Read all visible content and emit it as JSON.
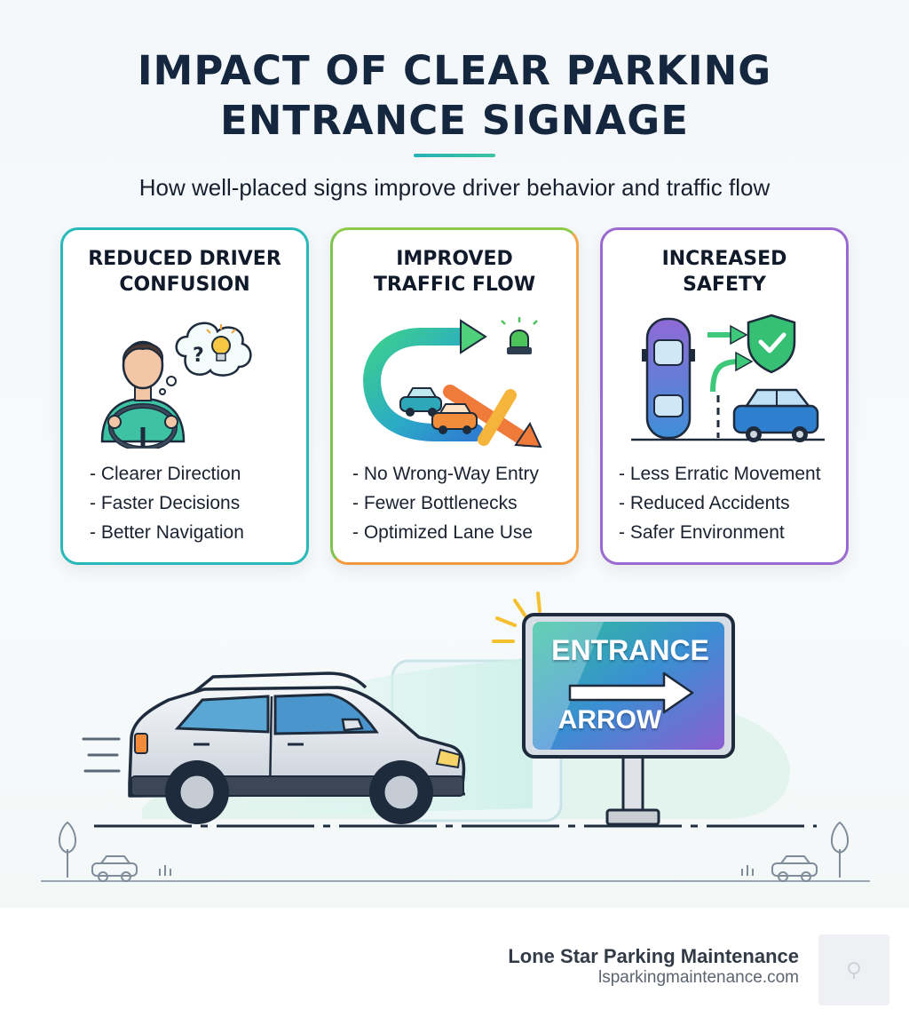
{
  "title": {
    "line1": "IMPACT OF CLEAR PARKING",
    "line2": "ENTRANCE SIGNAGE"
  },
  "subtitle": "How well-placed signs improve driver behavior and traffic flow",
  "cards": [
    {
      "title_line1": "REDUCED DRIVER",
      "title_line2": "CONFUSION",
      "items": [
        "- Clearer Direction",
        "- Faster Decisions",
        "- Better Navigation"
      ],
      "icon": "confused-driver-icon",
      "color": "#29b8b9"
    },
    {
      "title_line1": "IMPROVED",
      "title_line2": "TRAFFIC FLOW",
      "items": [
        "- No Wrong-Way Entry",
        "- Fewer Bottlenecks",
        "- Optimized Lane Use"
      ],
      "icon": "traffic-flow-icon",
      "color": "#8cc64a"
    },
    {
      "title_line1": "INCREASED",
      "title_line2": "SAFETY",
      "items": [
        "- Less Erratic Movement",
        "- Reduced Accidents",
        "- Safer Environment"
      ],
      "icon": "safety-shield-icon",
      "color": "#9a6ad0"
    }
  ],
  "sign": {
    "line1": "ENTRANCE",
    "line2": "ARROW"
  },
  "footer": {
    "company": "Lone Star Parking Maintenance",
    "url": "lsparkingmaintenance.com"
  },
  "colors": {
    "title": "#14273e",
    "teal": "#29b8b9",
    "green": "#8cc64a",
    "orange": "#f0893a",
    "purple": "#9a6ad0"
  }
}
